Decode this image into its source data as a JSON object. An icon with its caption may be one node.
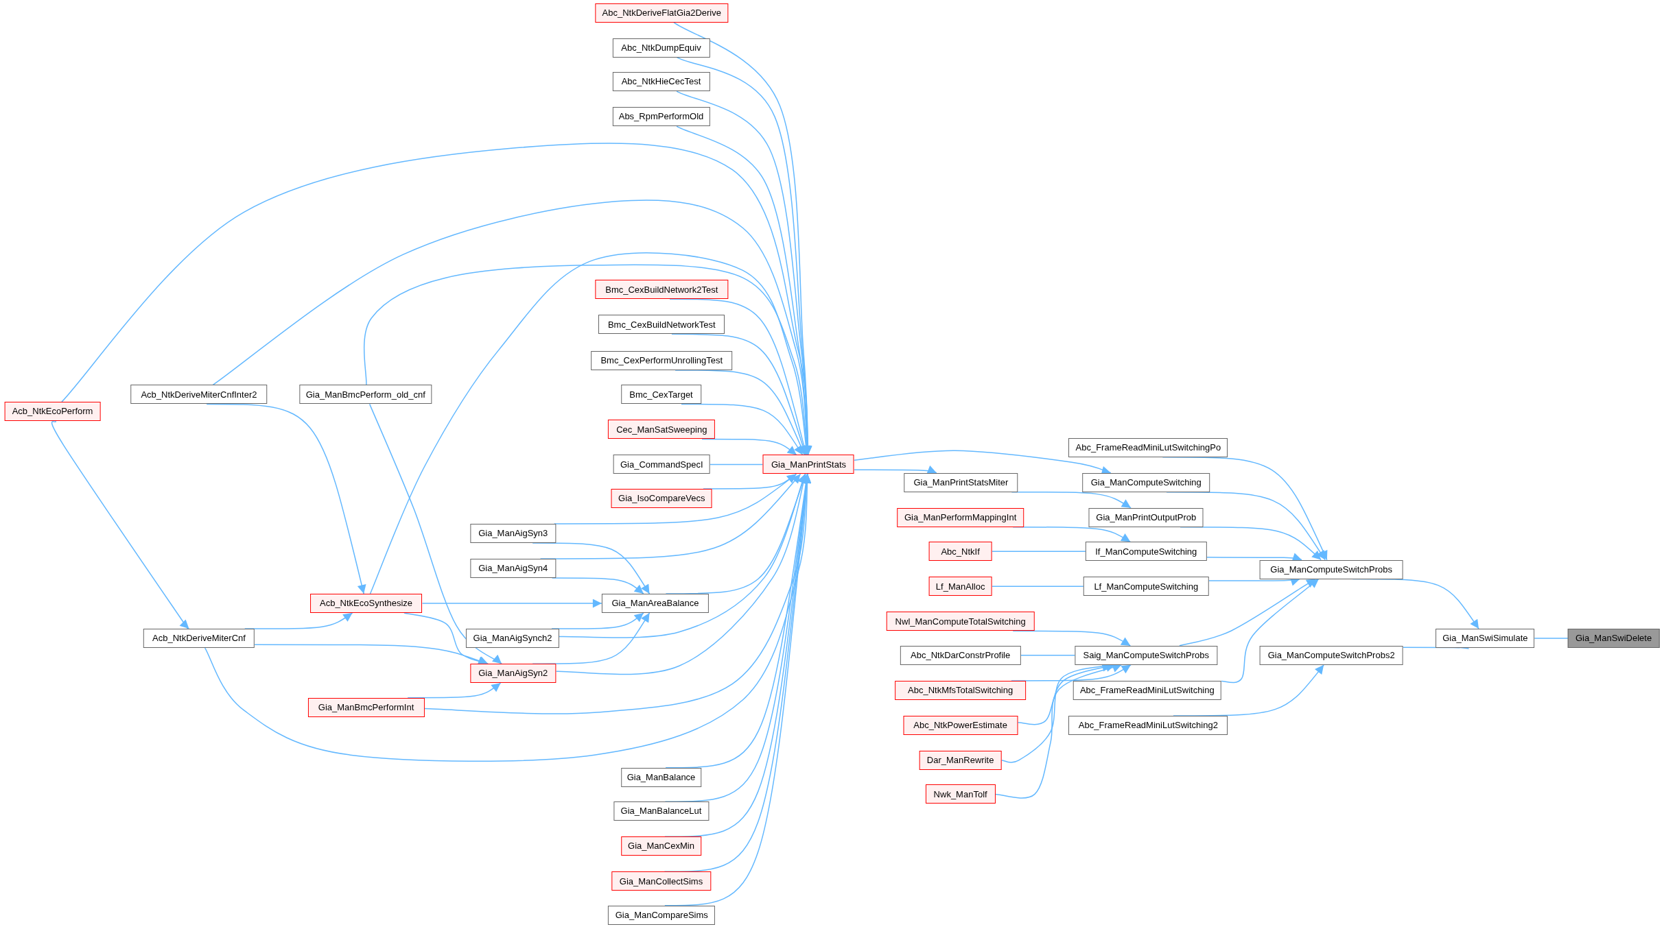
{
  "diagram": {
    "nodes": [
      {
        "text": [
          "Abc_NtkDeriveFlatGia2Derive"
        ]
      },
      {
        "text": [
          "Abc_NtkDumpEquiv"
        ]
      },
      {
        "text": [
          "Abc_NtkHieCecTest"
        ]
      },
      {
        "text": [
          "Abs_RpmPerformOld"
        ]
      },
      {
        "text": [
          "Acb_NtkEcoPerform"
        ]
      },
      {
        "text": [
          "Acb_NtkDeriveMiterCnfInter2"
        ]
      },
      {
        "text": [
          "Gia_ManBmcPerform_old_cnf"
        ]
      },
      {
        "text": [
          "Bmc_CexBuildNetwork2Test"
        ]
      },
      {
        "text": [
          "Bmc_CexBuildNetworkTest"
        ]
      },
      {
        "text": [
          "Bmc_CexPerformUnrollingTest"
        ]
      },
      {
        "text": [
          "Bmc_CexTarget"
        ]
      },
      {
        "text": [
          "Cec_ManSatSweeping"
        ]
      },
      {
        "text": [
          "Gia_CommandSpecI"
        ]
      },
      {
        "text": [
          "Gia_IsoCompareVecs"
        ]
      },
      {
        "text": [
          "Gia_ManPrintStats"
        ]
      },
      {
        "text": [
          "Gia_ManAigSyn3"
        ]
      },
      {
        "text": [
          "Gia_ManAigSyn4"
        ]
      },
      {
        "text": [
          "Acb_NtkEcoSynthesize"
        ]
      },
      {
        "text": [
          "Gia_ManAreaBalance"
        ]
      },
      {
        "text": [
          "Acb_NtkDeriveMiterCnf"
        ]
      },
      {
        "text": [
          "Gia_ManAigSynch2"
        ]
      },
      {
        "text": [
          "Gia_ManAigSyn2"
        ]
      },
      {
        "text": [
          "Gia_ManBmcPerformInt"
        ]
      },
      {
        "text": [
          "Gia_ManBalance"
        ]
      },
      {
        "text": [
          "Gia_ManBalanceLut"
        ]
      },
      {
        "text": [
          "Gia_ManCexMin"
        ]
      },
      {
        "text": [
          "Gia_ManCollectSims"
        ]
      },
      {
        "text": [
          "Gia_ManCompareSims"
        ]
      },
      {
        "text": [
          "Abc_FrameReadMiniLutSwitchingPo"
        ]
      },
      {
        "text": [
          "Gia_ManPrintStatsMiter"
        ]
      },
      {
        "text": [
          "Gia_ManComputeSwitching"
        ]
      },
      {
        "text": [
          "Gia_ManPrintOutputProb"
        ]
      },
      {
        "text": [
          "Gia_ManPerformMappingInt"
        ]
      },
      {
        "text": [
          "Abc_NtkIf"
        ]
      },
      {
        "text": [
          "If_ManComputeSwitching"
        ]
      },
      {
        "text": [
          "Lf_ManAlloc"
        ]
      },
      {
        "text": [
          "Lf_ManComputeSwitching"
        ]
      },
      {
        "text": [
          "Gia_ManComputeSwitchProbs"
        ]
      },
      {
        "text": [
          "Nwl_ManComputeTotalSwitching"
        ]
      },
      {
        "text": [
          "Abc_NtkDarConstrProfile"
        ]
      },
      {
        "text": [
          "Saig_ManComputeSwitchProbs"
        ]
      },
      {
        "text": [
          "Abc_NtkMfsTotalSwitching"
        ]
      },
      {
        "text": [
          "Abc_FrameReadMiniLutSwitching"
        ]
      },
      {
        "text": [
          "Abc_NtkPowerEstimate"
        ]
      },
      {
        "text": [
          "Dar_ManRewrite"
        ]
      },
      {
        "text": [
          "Nwk_ManTolf"
        ]
      },
      {
        "text": [
          "Gia_ManComputeSwitchProbs2"
        ]
      },
      {
        "text": [
          "Abc_FrameReadMiniLutSwitching2"
        ]
      },
      {
        "text": [
          "Gia_ManSwiSimulate"
        ]
      },
      {
        "text": [
          "Gia_ManSwiDelete"
        ]
      }
    ],
    "edges": [
      {
        "from": 0,
        "to": 14,
        "arrow": "to"
      },
      {
        "from": 1,
        "to": 14,
        "arrow": "to"
      },
      {
        "from": 2,
        "to": 14,
        "arrow": "to"
      },
      {
        "from": 3,
        "to": 14,
        "arrow": "to"
      },
      {
        "from": 4,
        "to": 14,
        "arrow": "to"
      },
      {
        "from": 5,
        "to": 14,
        "arrow": "to"
      },
      {
        "from": 6,
        "to": 14,
        "arrow": "to"
      },
      {
        "from": 7,
        "to": 14,
        "arrow": "to"
      },
      {
        "from": 8,
        "to": 14,
        "arrow": "to"
      },
      {
        "from": 9,
        "to": 14,
        "arrow": "to"
      },
      {
        "from": 10,
        "to": 14,
        "arrow": "to"
      },
      {
        "from": 11,
        "to": 14,
        "arrow": "to"
      },
      {
        "from": 12,
        "to": 14,
        "arrow": "to"
      },
      {
        "from": 13,
        "to": 14,
        "arrow": "to"
      },
      {
        "from": 15,
        "to": 14,
        "arrow": "to"
      },
      {
        "from": 16,
        "to": 14,
        "arrow": "to"
      },
      {
        "from": 17,
        "to": 14,
        "arrow": "to"
      },
      {
        "from": 18,
        "to": 14,
        "arrow": "to"
      },
      {
        "from": 19,
        "to": 14,
        "arrow": "to"
      },
      {
        "from": 20,
        "to": 14,
        "arrow": "to"
      },
      {
        "from": 21,
        "to": 14,
        "arrow": "to"
      },
      {
        "from": 22,
        "to": 14,
        "arrow": "to"
      },
      {
        "from": 23,
        "to": 14,
        "arrow": "to"
      },
      {
        "from": 24,
        "to": 14,
        "arrow": "to"
      },
      {
        "from": 25,
        "to": 14,
        "arrow": "to"
      },
      {
        "from": 26,
        "to": 14,
        "arrow": "to"
      },
      {
        "from": 27,
        "to": 14,
        "arrow": "to"
      },
      {
        "from": 4,
        "to": 19,
        "arrow": "to"
      },
      {
        "from": 5,
        "to": 17,
        "arrow": "to"
      },
      {
        "from": 19,
        "to": 17,
        "arrow": "to"
      },
      {
        "from": 19,
        "to": 21,
        "arrow": "to"
      },
      {
        "from": 17,
        "to": 21,
        "arrow": "to"
      },
      {
        "from": 6,
        "to": 21,
        "arrow": "to"
      },
      {
        "from": 22,
        "to": 21,
        "arrow": "to"
      },
      {
        "from": 15,
        "to": 18,
        "arrow": "to"
      },
      {
        "from": 16,
        "to": 18,
        "arrow": "to"
      },
      {
        "from": 17,
        "to": 18,
        "arrow": "to"
      },
      {
        "from": 20,
        "to": 18,
        "arrow": "to"
      },
      {
        "from": 21,
        "to": 18,
        "arrow": "to"
      },
      {
        "from": 14,
        "to": 29,
        "arrow": "to"
      },
      {
        "from": 14,
        "to": 30,
        "arrow": "to"
      },
      {
        "from": 29,
        "to": 31,
        "arrow": "to"
      },
      {
        "from": 32,
        "to": 34,
        "arrow": "to"
      },
      {
        "from": 33,
        "to": 34,
        "arrow": "to"
      },
      {
        "from": 35,
        "to": 36,
        "arrow": "to"
      },
      {
        "from": 28,
        "to": 37,
        "arrow": "to"
      },
      {
        "from": 30,
        "to": 37,
        "arrow": "to"
      },
      {
        "from": 31,
        "to": 37,
        "arrow": "to"
      },
      {
        "from": 34,
        "to": 37,
        "arrow": "to"
      },
      {
        "from": 36,
        "to": 37,
        "arrow": "to"
      },
      {
        "from": 40,
        "to": 37,
        "arrow": "to"
      },
      {
        "from": 42,
        "to": 37,
        "arrow": "to"
      },
      {
        "from": 38,
        "to": 40,
        "arrow": "to"
      },
      {
        "from": 39,
        "to": 40,
        "arrow": "to"
      },
      {
        "from": 41,
        "to": 40,
        "arrow": "to"
      },
      {
        "from": 43,
        "to": 40,
        "arrow": "to"
      },
      {
        "from": 44,
        "to": 40,
        "arrow": "to"
      },
      {
        "from": 45,
        "to": 40,
        "arrow": "to"
      },
      {
        "from": 47,
        "to": 46,
        "arrow": "to"
      },
      {
        "from": 37,
        "to": 48,
        "arrow": "to"
      },
      {
        "from": 46,
        "to": 48,
        "arrow": "to"
      },
      {
        "from": 48,
        "to": 49,
        "arrow": "to"
      }
    ]
  }
}
